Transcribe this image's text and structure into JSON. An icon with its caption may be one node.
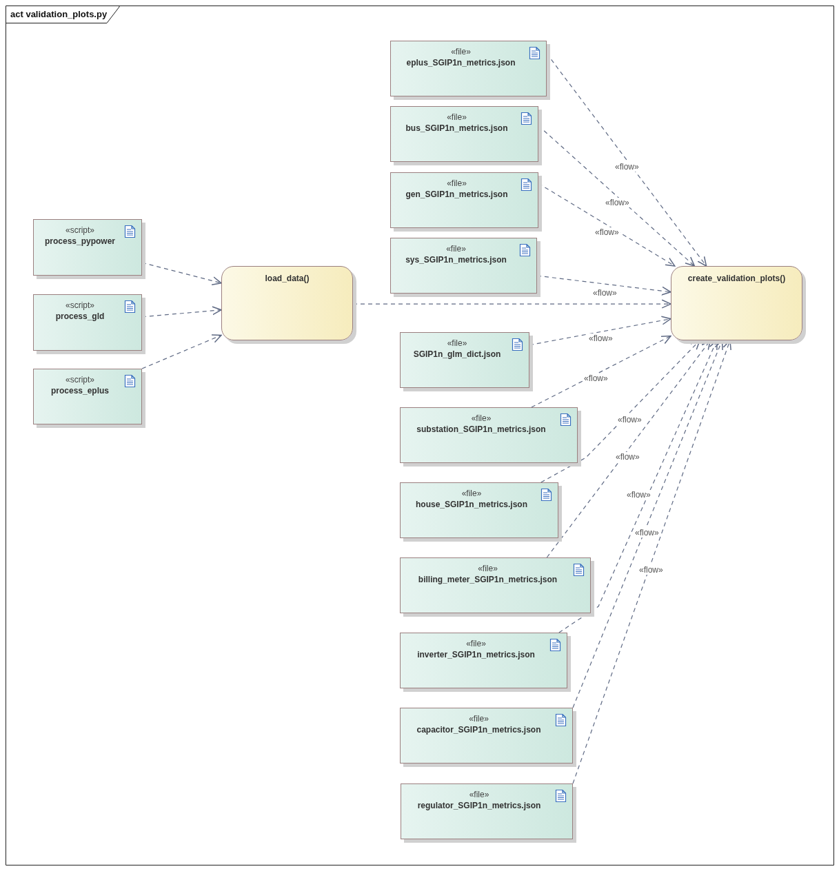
{
  "diagram": {
    "title": "act validation_plots.py",
    "nodes": [
      {
        "text": [
          "«script»",
          "process_pypower"
        ]
      },
      {
        "text": [
          "«script»",
          "process_gld"
        ]
      },
      {
        "text": [
          "«script»",
          "process_eplus"
        ]
      },
      {
        "text": [
          "load_data()"
        ]
      },
      {
        "text": [
          "«file»",
          "eplus_SGIP1n_metrics.json"
        ]
      },
      {
        "text": [
          "«file»",
          "bus_SGIP1n_metrics.json"
        ]
      },
      {
        "text": [
          "«file»",
          "gen_SGIP1n_metrics.json"
        ]
      },
      {
        "text": [
          "«file»",
          "sys_SGIP1n_metrics.json"
        ]
      },
      {
        "text": [
          "«file»",
          "SGIP1n_glm_dict.json"
        ]
      },
      {
        "text": [
          "«file»",
          "substation_SGIP1n_metrics.json"
        ]
      },
      {
        "text": [
          "«file»",
          "house_SGIP1n_metrics.json"
        ]
      },
      {
        "text": [
          "«file»",
          "billing_meter_SGIP1n_metrics.json"
        ]
      },
      {
        "text": [
          "«file»",
          "inverter_SGIP1n_metrics.json"
        ]
      },
      {
        "text": [
          "«file»",
          "capacitor_SGIP1n_metrics.json"
        ]
      },
      {
        "text": [
          "«file»",
          "regulator_SGIP1n_metrics.json"
        ]
      },
      {
        "text": [
          "create_validation_plots()"
        ]
      }
    ],
    "edges": [
      {
        "from": 0,
        "to": 3,
        "arrow": "to"
      },
      {
        "from": 1,
        "to": 3,
        "arrow": "to"
      },
      {
        "from": 2,
        "to": 3,
        "arrow": "to"
      },
      {
        "from": 3,
        "to": 15,
        "arrow": "to"
      },
      {
        "from": 4,
        "to": 15,
        "arrow": "to",
        "label": "«flow»"
      },
      {
        "from": 5,
        "to": 15,
        "arrow": "to",
        "label": "«flow»"
      },
      {
        "from": 6,
        "to": 15,
        "arrow": "to",
        "label": "«flow»"
      },
      {
        "from": 7,
        "to": 15,
        "arrow": "to",
        "label": "«flow»"
      },
      {
        "from": 8,
        "to": 15,
        "arrow": "to",
        "label": "«flow»"
      },
      {
        "from": 9,
        "to": 15,
        "arrow": "to",
        "label": "«flow»"
      },
      {
        "from": 10,
        "to": 15,
        "arrow": "to",
        "label": "«flow»"
      },
      {
        "from": 11,
        "to": 15,
        "arrow": "to",
        "label": "«flow»"
      },
      {
        "from": 12,
        "to": 15,
        "arrow": "to",
        "label": "«flow»"
      },
      {
        "from": 13,
        "to": 15,
        "arrow": "to",
        "label": "«flow»"
      },
      {
        "from": 14,
        "to": 15,
        "arrow": "to",
        "label": "«flow»"
      }
    ]
  }
}
